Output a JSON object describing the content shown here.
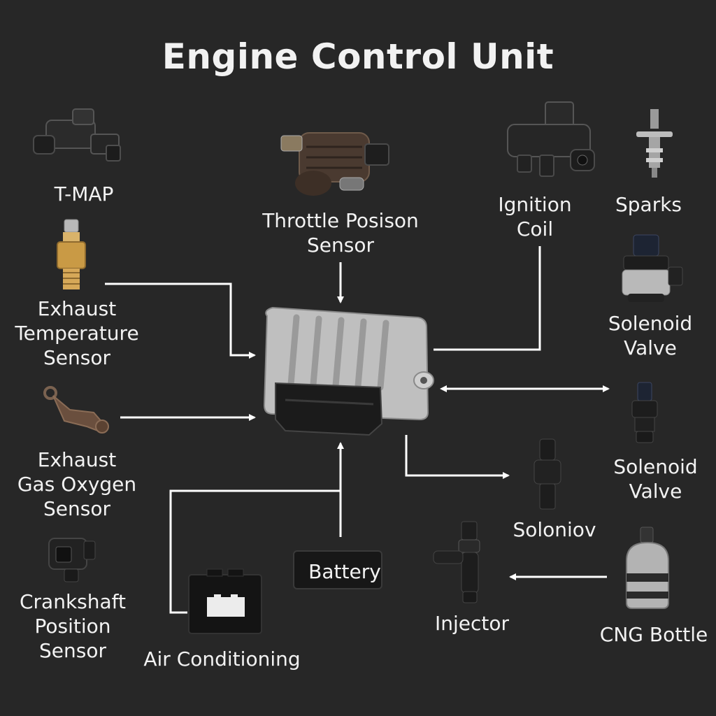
{
  "title": "Engine Control Unit",
  "colors": {
    "background": "#272727",
    "text": "#f2f2f2",
    "arrow": "#ffffff"
  },
  "components": {
    "t_map": {
      "label": "T-MAP",
      "icon": "t-map-sensor-icon"
    },
    "throttle": {
      "label": "Throttle Posison\nSensor",
      "icon": "throttle-position-sensor-icon"
    },
    "ignition_coil": {
      "label": "Ignition\nCoil",
      "icon": "ignition-coil-icon"
    },
    "sparks": {
      "label": "Sparks",
      "icon": "spark-plug-icon"
    },
    "exhaust_temp": {
      "label": "Exhaust\nTemperature\nSensor",
      "icon": "exhaust-temperature-sensor-icon"
    },
    "solenoid_valve_1": {
      "label": "Solenoid\nValve",
      "icon": "solenoid-valve-icon"
    },
    "exhaust_oxygen": {
      "label": "Exhaust\nGas Oxygen\nSensor",
      "icon": "oxygen-sensor-icon"
    },
    "solenoid_valve_2": {
      "label": "Solenoid\nValve",
      "icon": "solenoid-valve-icon"
    },
    "soloniov": {
      "label": "Soloniov",
      "icon": "soloniov-valve-icon"
    },
    "crankshaft": {
      "label": "Crankshaft\nPosition\nSensor",
      "icon": "crankshaft-sensor-icon"
    },
    "air_conditioning": {
      "label": "Air Conditioning",
      "icon": "air-conditioning-relay-icon"
    },
    "battery": {
      "label": "Battery",
      "icon": "battery-icon"
    },
    "injector": {
      "label": "Injector",
      "icon": "injector-icon"
    },
    "cng_bottle": {
      "label": "CNG Bottle",
      "icon": "cng-bottle-icon"
    },
    "ecu": {
      "icon": "ecu-box-icon"
    }
  }
}
